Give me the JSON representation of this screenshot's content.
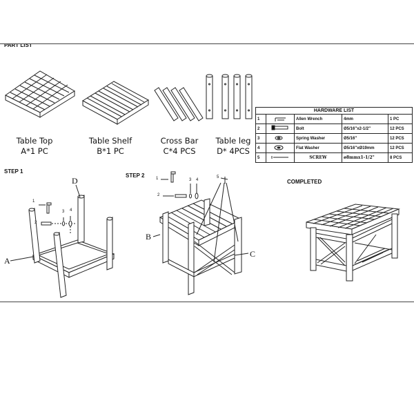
{
  "header_text": "PART LIST",
  "parts": [
    {
      "name": "Table Top",
      "qty": "A*1 PC"
    },
    {
      "name": "Table Shelf",
      "qty": "B*1 PC"
    },
    {
      "name": "Cross Bar",
      "qty": "C*4 PCS"
    },
    {
      "name": "Table leg",
      "qty": "D* 4PCS"
    }
  ],
  "hardware": {
    "title": "HARDWARE   LIST",
    "rows": [
      {
        "no": "1",
        "icon": "allen-wrench-icon",
        "name": "Allen Wrench",
        "spec": "4mm",
        "qty": "1 PC"
      },
      {
        "no": "2",
        "icon": "bolt-icon",
        "name": "Bolt",
        "spec": "Ø5/16\"x2-1/2\"",
        "qty": "12 PCS"
      },
      {
        "no": "3",
        "icon": "spring-washer-icon",
        "name": "Spring Washer",
        "spec": "Ø5/16\"",
        "qty": "12 PCS"
      },
      {
        "no": "4",
        "icon": "flat-washer-icon",
        "name": "Flat Washer",
        "spec": "Ø5/16\"xØ19mm",
        "qty": "12 PCS"
      },
      {
        "no": "5",
        "icon": "screw-icon",
        "name": "SCREW",
        "spec": "ø8mmx1-1/2\"",
        "qty": "8 PCS"
      }
    ]
  },
  "steps": {
    "step1": "STEP 1",
    "step2": "STEP 2",
    "completed": "COMPLETED"
  },
  "callouts": {
    "a": "A",
    "b": "B",
    "c": "C",
    "d": "D",
    "n1": "1",
    "n2": "2",
    "n3": "3",
    "n4": "4",
    "n5": "5"
  }
}
